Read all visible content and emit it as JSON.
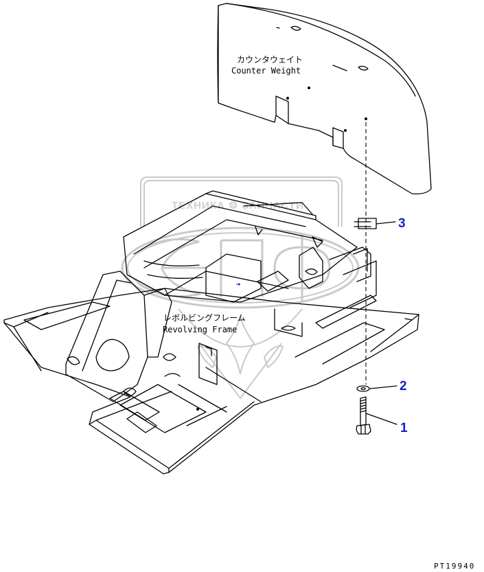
{
  "labels": {
    "counterweight_jp": "カウンタウェイト",
    "counterweight_en": "Counter Weight",
    "frame_jp": "レボルビングフレーム",
    "frame_en": "Revolving Frame"
  },
  "callouts": [
    {
      "id": "bolt",
      "number": "1"
    },
    {
      "id": "washer",
      "number": "2"
    },
    {
      "id": "shim",
      "number": "3"
    }
  ],
  "watermark": {
    "top_text": "ТЕХНИКА ⚙ ЗАПЧАСТИ",
    "letters": "ЭПФ"
  },
  "drawing_code": "PT19940",
  "colors": {
    "line": "#000000",
    "callout_number": "#1c1ccc",
    "watermark": "#c9c9c9"
  }
}
